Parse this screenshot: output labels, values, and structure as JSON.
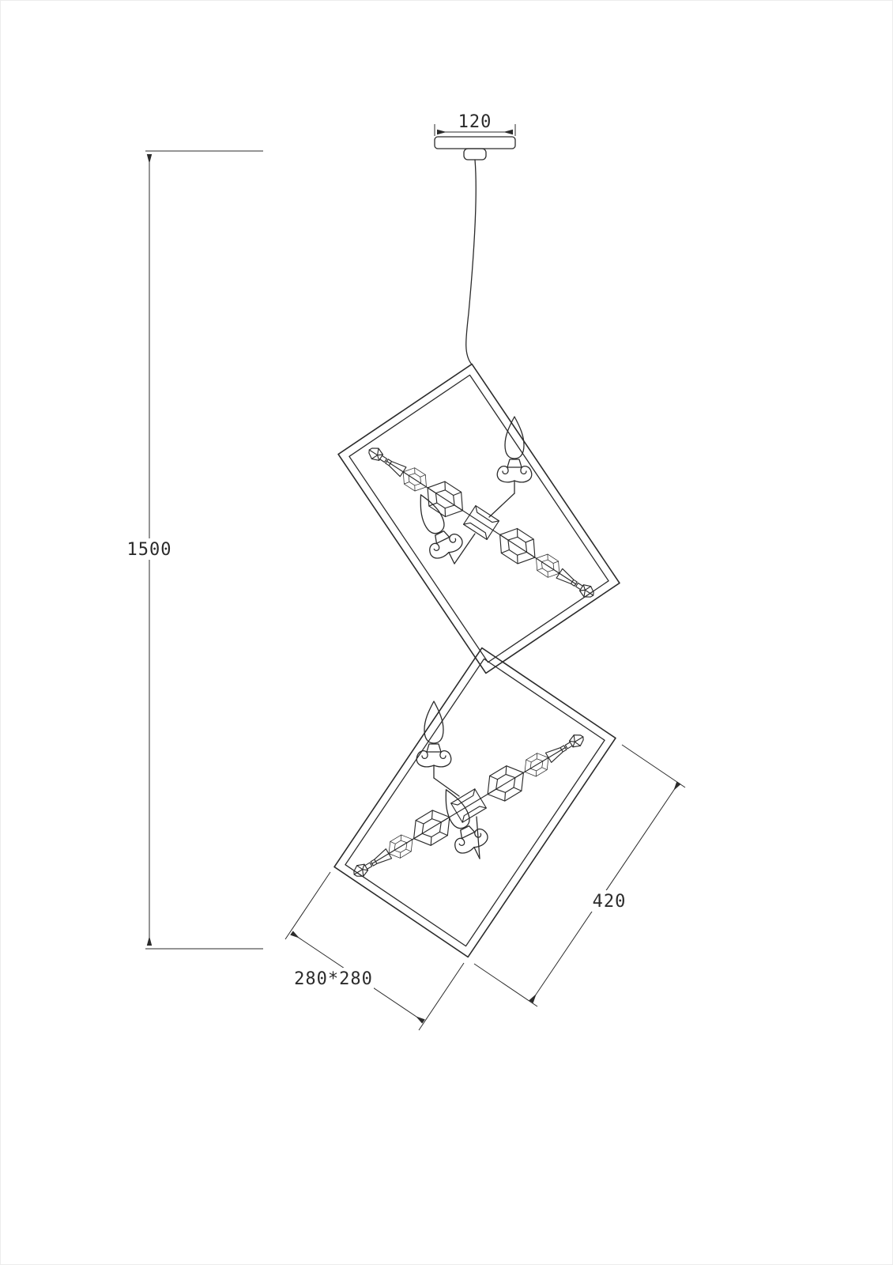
{
  "page": {
    "background": "#ffffff",
    "line_color": "#2b2b2b"
  },
  "dimensions": {
    "canopy_width": "120",
    "overall_height": "1500",
    "frame_diagonal": "420",
    "frame_size": "280*280"
  }
}
